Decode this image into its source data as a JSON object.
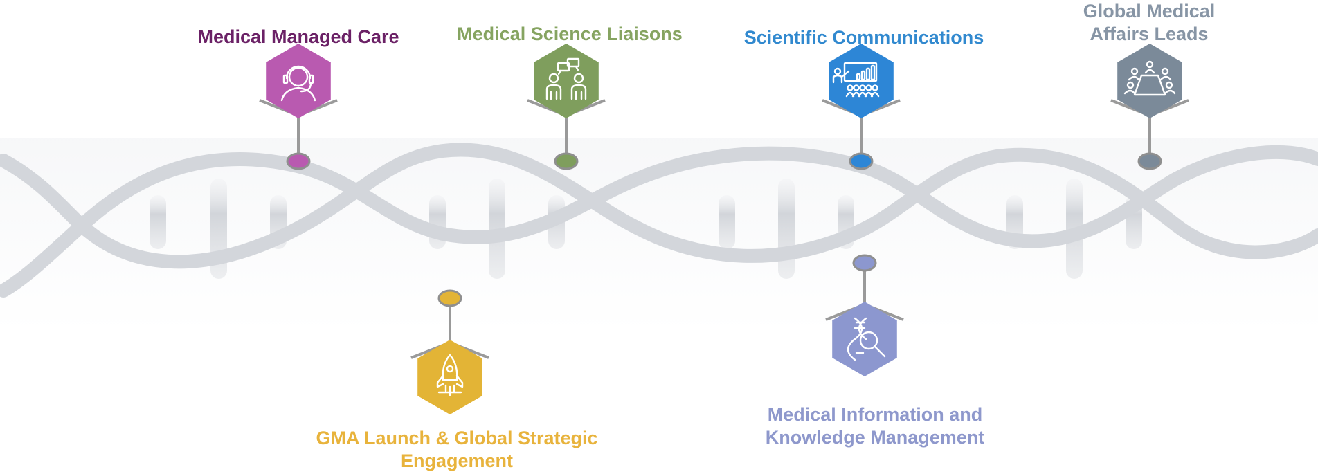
{
  "colors": {
    "helix": "#d3d6db",
    "rung_light": "#e6e8eb",
    "rung_dark": "#cfd2d7",
    "connector": "#9a9a9a",
    "node_outline": "#8f8f8f"
  },
  "roles": [
    {
      "id": "medical-managed-care",
      "title": "Medical Managed Care",
      "color": "#6b2166",
      "hex_color": "#b95ab0",
      "icon": "headset-agent-icon"
    },
    {
      "id": "medical-science-liaisons",
      "title": "Medical Science Liaisons",
      "color": "#86a461",
      "hex_color": "#7f9e5d",
      "icon": "people-conversation-icon"
    },
    {
      "id": "scientific-communications",
      "title": "Scientific Communications",
      "color": "#3189cf",
      "hex_color": "#2d86d6",
      "icon": "presentation-audience-icon"
    },
    {
      "id": "global-medical-affairs-leads",
      "title": "Global Medical Affairs Leads",
      "title_lines": [
        "Global Medical",
        "Affairs Leads"
      ],
      "color": "#8795a5",
      "hex_color": "#7b8a99",
      "icon": "meeting-table-icon"
    },
    {
      "id": "gma-launch",
      "title": "GMA Launch & Global Strategic Engagement",
      "title_lines": [
        "GMA Launch & Global Strategic",
        "Engagement"
      ],
      "color": "#e8b33c",
      "hex_color": "#e3b436",
      "icon": "rocket-icon"
    },
    {
      "id": "medical-information",
      "title": "Medical Information and Knowledge Management",
      "title_lines": [
        "Medical Information and",
        "Knowledge Management"
      ],
      "color": "#8e98cc",
      "hex_color": "#8c97cf",
      "icon": "dna-magnifier-icon"
    }
  ]
}
